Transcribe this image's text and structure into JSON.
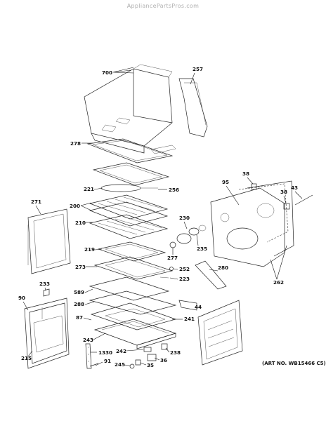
{
  "watermark": "AppliancePartsPros.com",
  "art_note": "(ART NO. WB15466 C5)",
  "callouts": {
    "c700": "700",
    "c257": "257",
    "c278": "278",
    "c221": "221",
    "c256": "256",
    "c200": "200",
    "c210": "210",
    "c219": "219",
    "c273": "273",
    "c589": "589",
    "c288": "288",
    "c87": "87",
    "c243": "243",
    "c1330": "1330",
    "c91": "91",
    "c245": "245",
    "c35": "35",
    "c36": "36",
    "c238": "238",
    "c242": "242",
    "c241": "241",
    "c44": "44",
    "c223": "223",
    "c252": "252",
    "c280": "280",
    "c277": "277",
    "c235": "235",
    "c230": "230",
    "c95": "95",
    "c38a": "38",
    "c38b": "38",
    "c43": "43",
    "c262": "262",
    "c271": "271",
    "c233": "233",
    "c90": "90",
    "c215": "215"
  }
}
